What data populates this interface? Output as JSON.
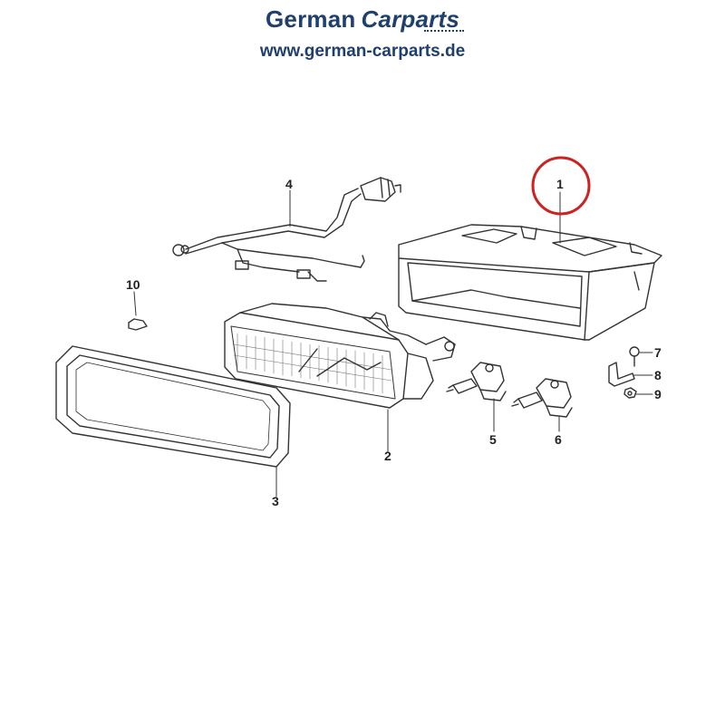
{
  "header": {
    "brand_part1": "German",
    "brand_part2": "Carparts",
    "website": "www.german-carparts.de"
  },
  "callouts": [
    {
      "id": "1",
      "label": "1"
    },
    {
      "id": "2",
      "label": "2"
    },
    {
      "id": "3",
      "label": "3"
    },
    {
      "id": "4",
      "label": "4"
    },
    {
      "id": "5",
      "label": "5"
    },
    {
      "id": "6",
      "label": "6"
    },
    {
      "id": "7",
      "label": "7"
    },
    {
      "id": "8",
      "label": "8"
    },
    {
      "id": "9",
      "label": "9"
    },
    {
      "id": "10",
      "label": "10"
    }
  ],
  "colors": {
    "brand": "#1f3f6e",
    "line": "#333333",
    "highlight_circle": "#cc2222"
  }
}
